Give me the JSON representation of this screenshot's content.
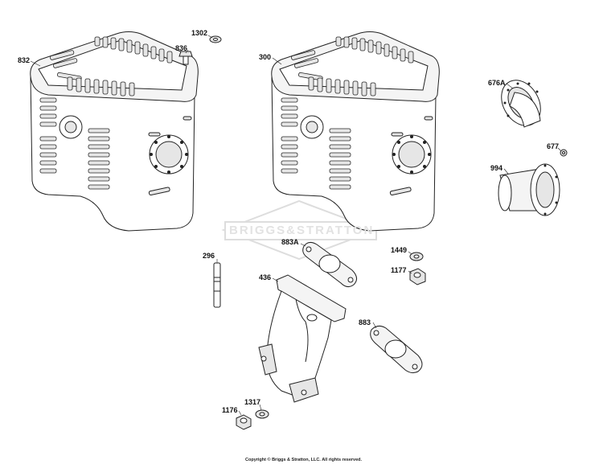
{
  "watermark": "BRIGGS&STRATTON",
  "copyright": "Copyright © Briggs & Stratton, LLC. All rights reserved.",
  "part_labels": {
    "p832": "832",
    "p836": "836",
    "p1302": "1302",
    "p300": "300",
    "p676A": "676A",
    "p677": "677",
    "p994": "994",
    "p296": "296",
    "p883A": "883A",
    "p1449": "1449",
    "p1177": "1177",
    "p436": "436",
    "p883": "883",
    "p1317": "1317",
    "p1176": "1176"
  },
  "colors": {
    "line": "#222222",
    "fill": "#ffffff",
    "shade": "#e6e6e6",
    "watermark": "#dddddd"
  }
}
